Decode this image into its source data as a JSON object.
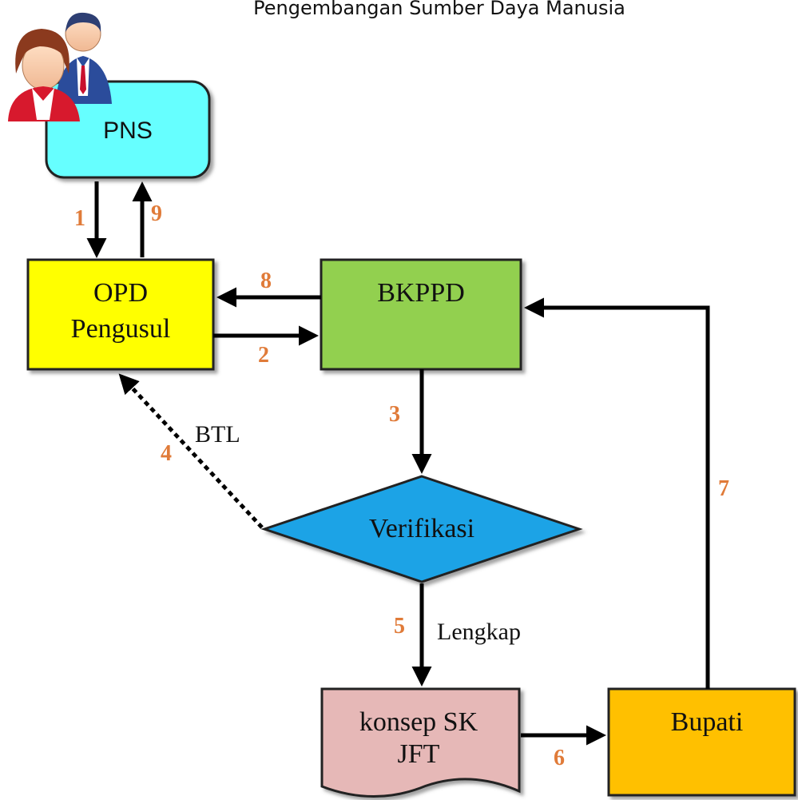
{
  "title": "Pengembangan Sumber Daya Manusia",
  "nodes": {
    "pns": {
      "label": "PNS",
      "fill": "#66ffff"
    },
    "opd": {
      "line1": "OPD",
      "line2": "Pengusul",
      "fill": "#ffff00"
    },
    "bkppd": {
      "label": "BKPPD",
      "fill": "#92d050"
    },
    "verifikasi": {
      "label": "Verifikasi",
      "fill": "#1ca3e6"
    },
    "konsep": {
      "line1": "konsep SK",
      "line2": "JFT",
      "fill": "#e6b8b7"
    },
    "bupati": {
      "label": "Bupati",
      "fill": "#ffc000"
    }
  },
  "edges": {
    "e1": "1",
    "e2": "2",
    "e3": "3",
    "e4": "4",
    "e5": "5",
    "e6": "6",
    "e7": "7",
    "e8": "8",
    "e9": "9",
    "btl": "BTL",
    "lengkap": "Lengkap"
  },
  "colors": {
    "step_number": "#e07b39",
    "arrow": "#000000"
  },
  "icons": [
    "people-icon"
  ]
}
